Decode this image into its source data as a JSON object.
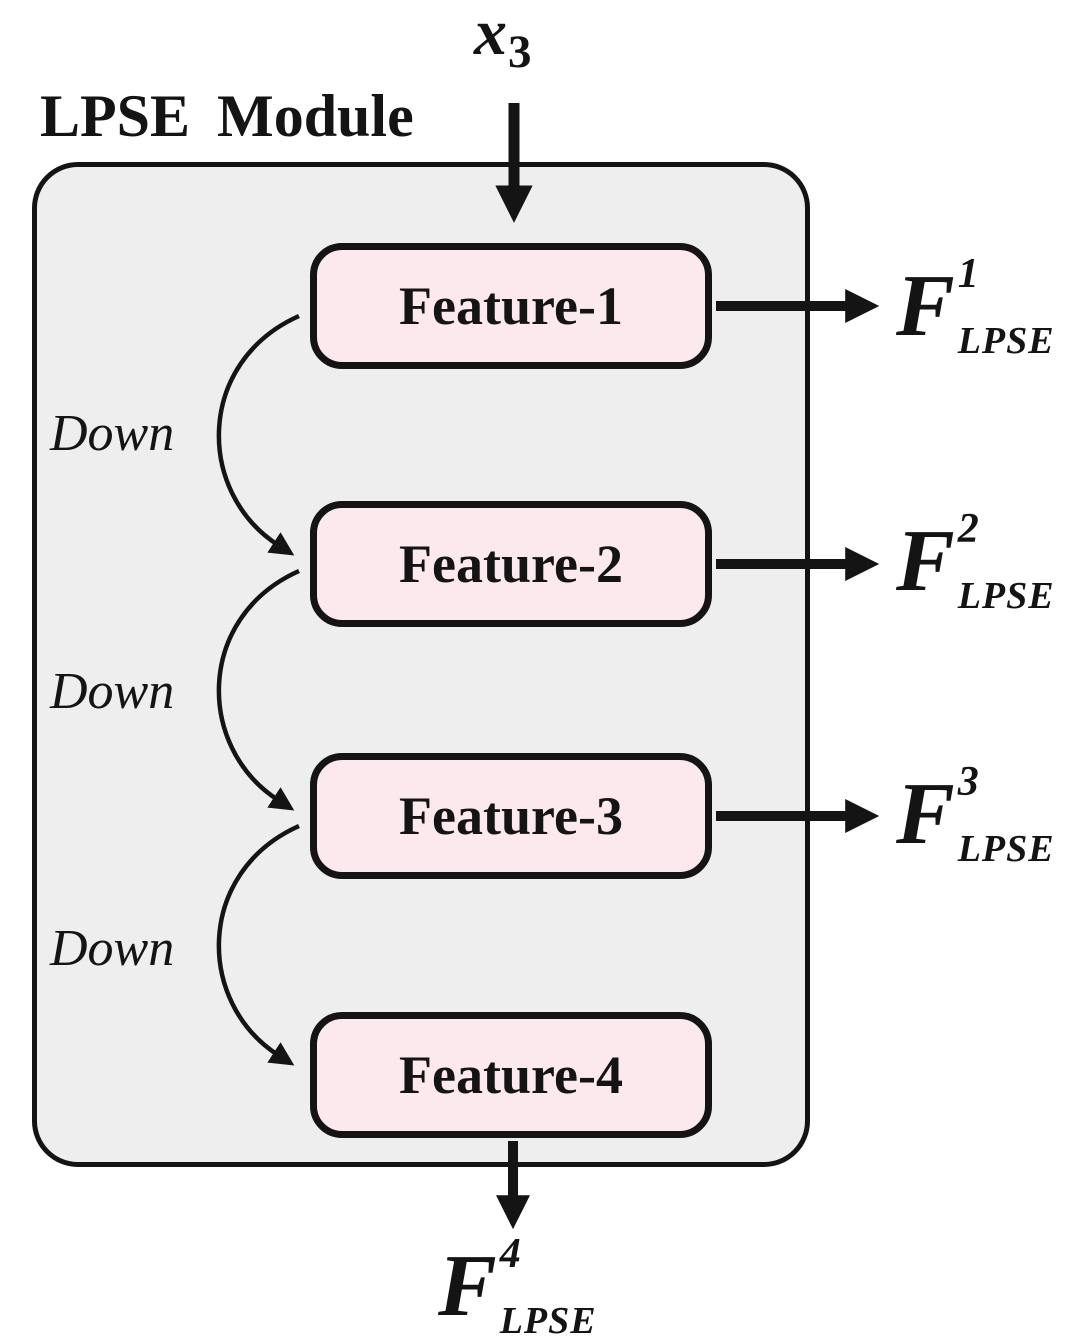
{
  "diagram": {
    "title": "LPSE Module",
    "input": {
      "base": "x",
      "sub": "3"
    },
    "features": [
      {
        "label": "Feature-1"
      },
      {
        "label": "Feature-2"
      },
      {
        "label": "Feature-3"
      },
      {
        "label": "Feature-4"
      }
    ],
    "down_labels": [
      "Down",
      "Down",
      "Down"
    ],
    "outputs": [
      {
        "base": "F",
        "sup": "1",
        "sub": "LPSE"
      },
      {
        "base": "F",
        "sup": "2",
        "sub": "LPSE"
      },
      {
        "base": "F",
        "sup": "3",
        "sub": "LPSE"
      },
      {
        "base": "F",
        "sup": "4",
        "sub": "LPSE"
      }
    ],
    "colors": {
      "module_bg": "#efeeee",
      "module_border": "#141414",
      "feature_bg": "#fce9ee",
      "feature_border": "#141414",
      "arrow": "#141414",
      "text": "#141414",
      "page_bg": "#ffffff"
    }
  }
}
